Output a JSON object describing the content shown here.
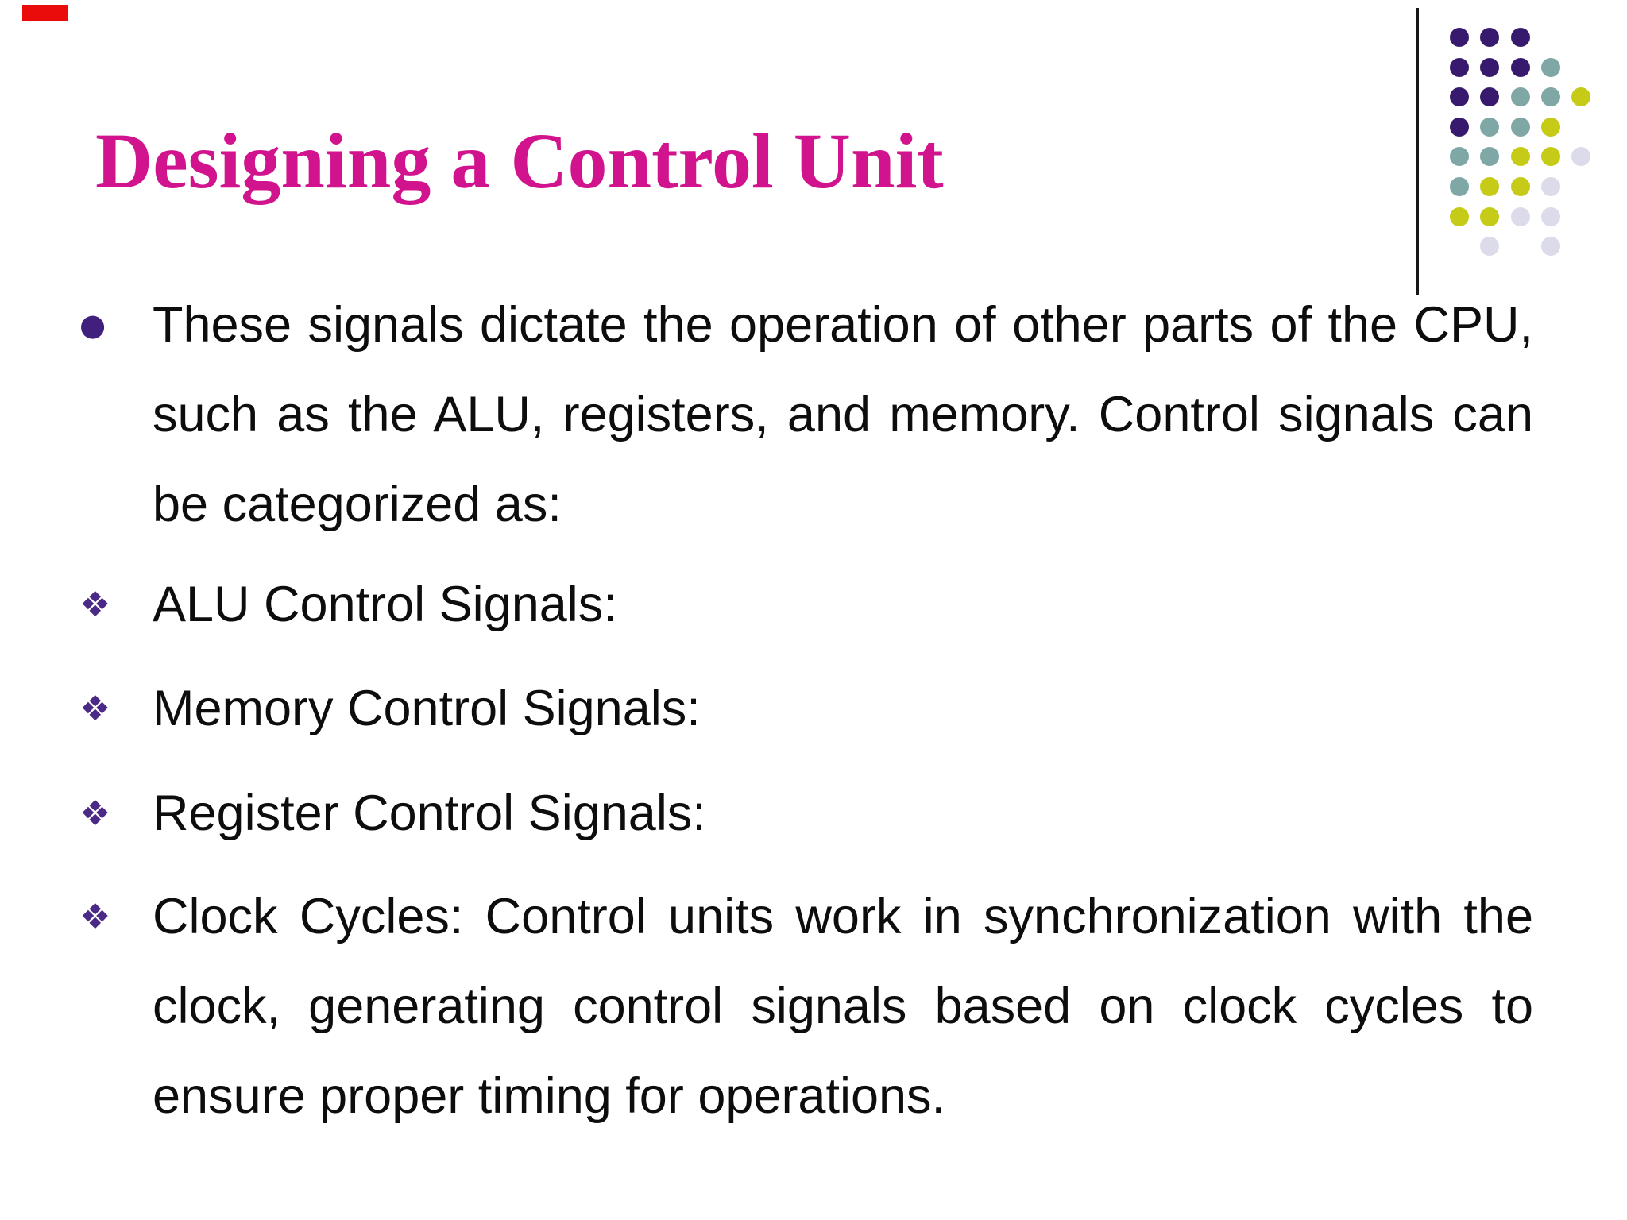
{
  "slide": {
    "title": "Designing a Control Unit",
    "title_color": "#d1148e",
    "body_text_color": "#0d0d0d"
  },
  "decoration": {
    "red_marker_color": "#ea0b0b",
    "rule_color": "#161616",
    "dot_colors": {
      "P": "#371a6d",
      "T": "#7ea7a5",
      "Y": "#c5cb17",
      "L": "#dcdbe9"
    },
    "dot_pattern": [
      "PPP..",
      "PPPT.",
      "PPTTY",
      "PTTY.",
      "TTYYL",
      "TYYL.",
      "YYLL.",
      ".L.L."
    ]
  },
  "content": {
    "items": [
      {
        "bullet": "●",
        "lines": [
          "These signals dictate the operation of other parts of the CPU,",
          "such as the ALU, registers, and memory. Control signals can",
          "be categorized as:"
        ]
      },
      {
        "bullet": "❖",
        "lines": [
          "ALU Control Signals:"
        ]
      },
      {
        "bullet": "❖",
        "lines": [
          "Memory Control Signals:"
        ]
      },
      {
        "bullet": "❖",
        "lines": [
          "Register Control Signals:"
        ]
      },
      {
        "bullet": "❖",
        "lines": [
          "Clock Cycles: Control units work in synchronization with the",
          "clock, generating control signals based on clock cycles to",
          "ensure proper timing for operations."
        ]
      }
    ]
  }
}
